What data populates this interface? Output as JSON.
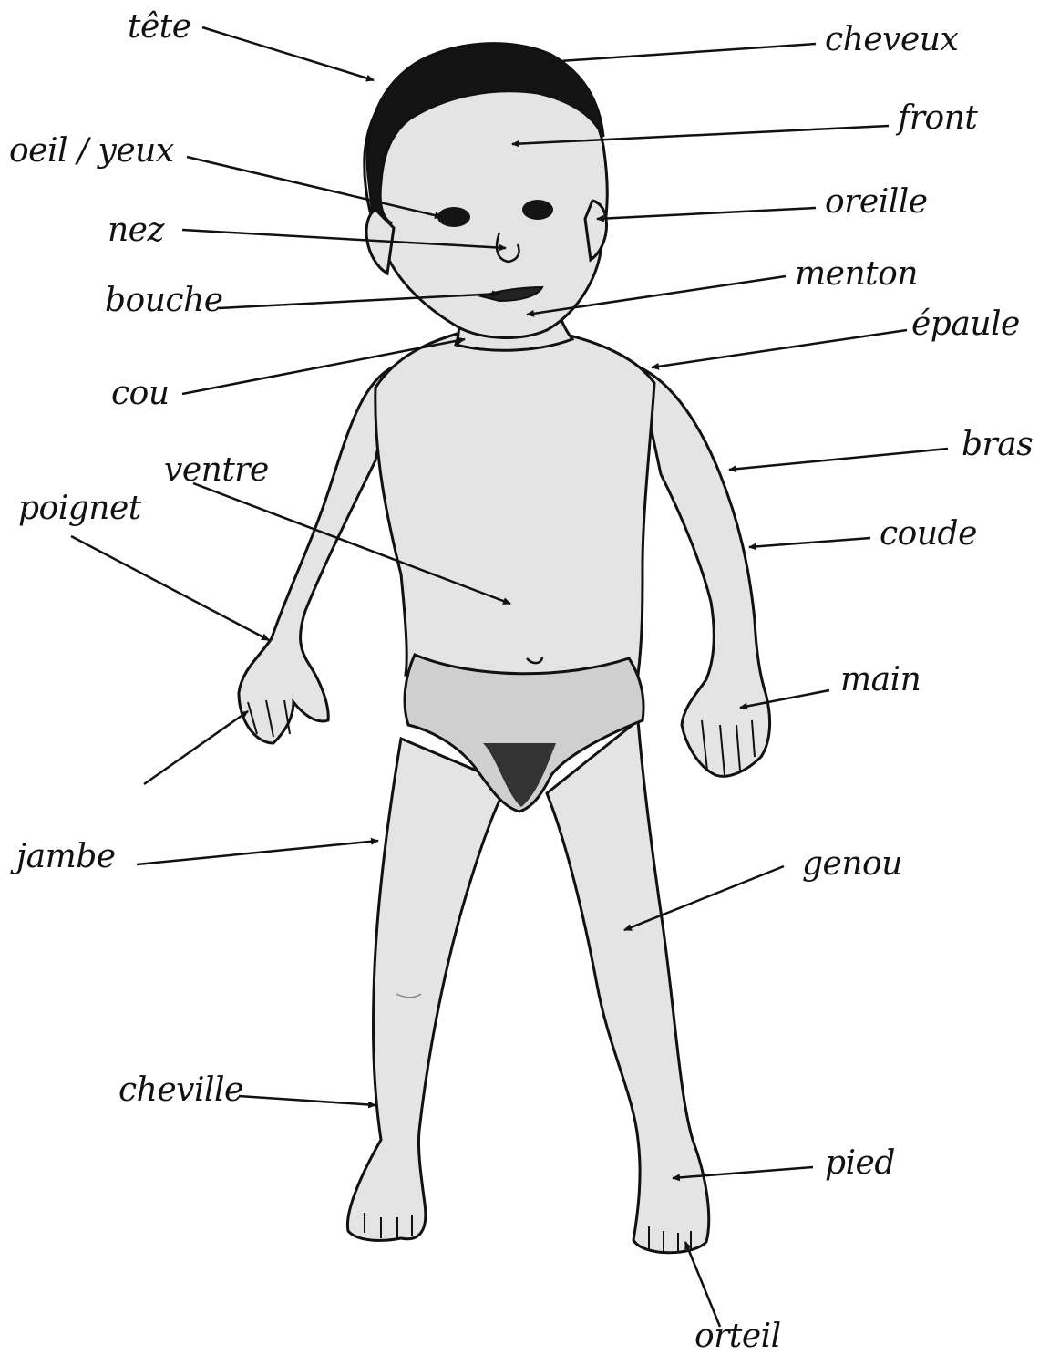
{
  "colors": {
    "ink": "#111111",
    "skin_fill": "#e4e4e4",
    "hair": "#141414",
    "diaper": "#cfcfcf",
    "background": "#ffffff"
  },
  "labels": {
    "tete": "tête",
    "cheveux": "cheveux",
    "front": "front",
    "oeil": "oeil / yeux",
    "oreille": "oreille",
    "nez": "nez",
    "menton": "menton",
    "bouche": "bouche",
    "epaule": "épaule",
    "cou": "cou",
    "bras": "bras",
    "ventre": "ventre",
    "poignet": "poignet",
    "coude": "coude",
    "main": "main",
    "jambe": "jambe",
    "genou": "genou",
    "cheville": "cheville",
    "pied": "pied",
    "orteil": "orteil"
  }
}
